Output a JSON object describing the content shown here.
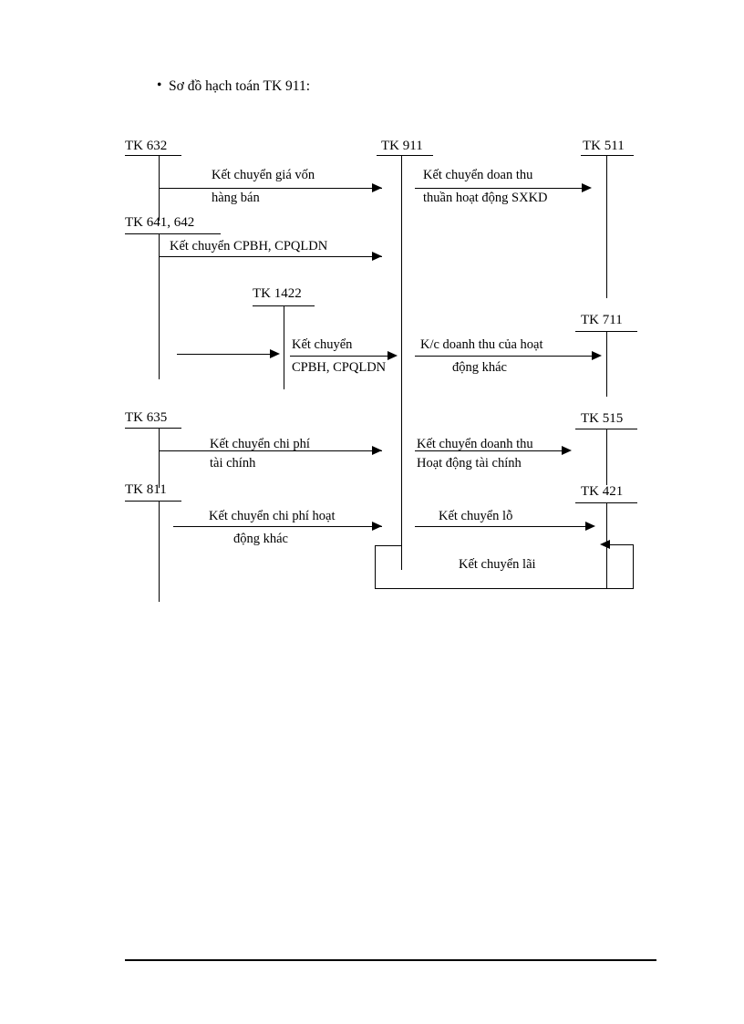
{
  "page": {
    "heading_bullet": "•",
    "heading": "Sơ đồ hạch toán TK 911:"
  },
  "diagram": {
    "title": "Sơ đồ hạch toán TK 911",
    "accounts": {
      "tk632": "TK 632",
      "tk641_642": "TK 641, 642",
      "tk1422": "TK 1422",
      "tk635": "TK 635",
      "tk811": "TK 811",
      "tk911": "TK 911",
      "tk511": "TK 511",
      "tk711": "TK 711",
      "tk515": "TK 515",
      "tk421": "TK 421"
    },
    "flows": {
      "gia_von_l1": "Kết chuyển giá vốn",
      "gia_von_l2": "hàng bán",
      "doanh_thu_sxkd_l1": "Kết chuyển doan thu",
      "doanh_thu_sxkd_l2": "thuần hoạt động SXKD",
      "cpbh_cpqldn": "Kết chuyển CPBH, CPQLDN",
      "kc_1422_l1": "Kết chuyển",
      "kc_1422_l2": "CPBH, CPQLDN",
      "kc_dt_khac_l1": "K/c doanh thu của hoạt",
      "kc_dt_khac_l2": "động khác",
      "chi_phi_tai_chinh_l1": "Kết chuyển chi phí",
      "chi_phi_tai_chinh_l2": "tài chính",
      "doanh_thu_tai_chinh_l1": "Kết chuyển doanh thu",
      "doanh_thu_tai_chinh_l2": "Hoạt động tài chính",
      "chi_phi_khac_l1": "Kết chuyển chi phí hoạt",
      "chi_phi_khac_l2": "động khác",
      "ket_chuyen_lo": "Kết chuyển lỗ",
      "ket_chuyen_lai": "Kết chuyển lãi"
    }
  }
}
